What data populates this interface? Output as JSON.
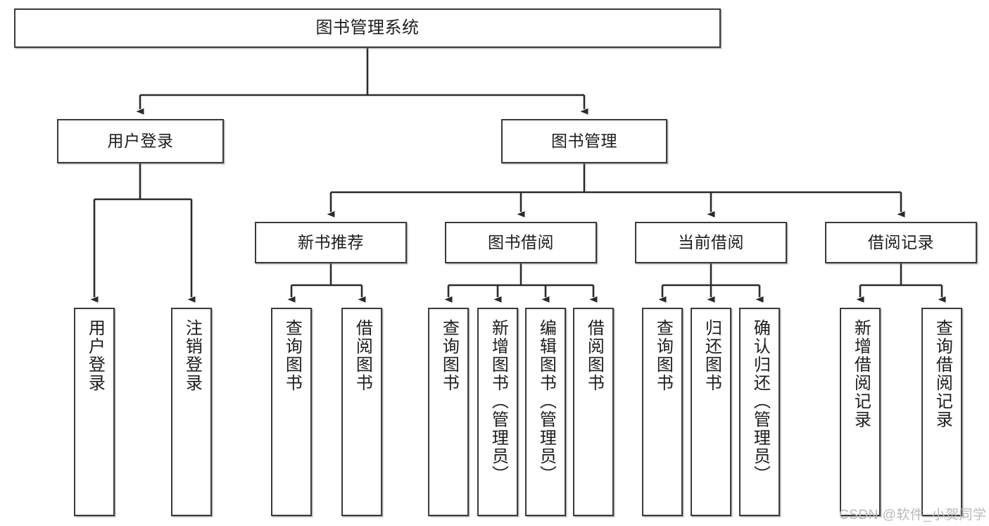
{
  "diagram": {
    "type": "tree-hierarchy-chart",
    "title": "图书管理系统",
    "watermark": "CSDN @软件_小贺同学",
    "colors": {
      "box_border": "#3a3a3a",
      "box_fill": "#ffffff",
      "text": "#1d1d1d",
      "connector": "#2b2b2b",
      "watermark": "#b9b9b9",
      "background": "#ffffff"
    },
    "root": {
      "id": "root",
      "label": "图书管理系统"
    },
    "level1": [
      {
        "id": "l1-0",
        "label": "用户登录"
      },
      {
        "id": "l1-1",
        "label": "图书管理"
      }
    ],
    "level2": [
      {
        "id": "l2-0",
        "label": "新书推荐",
        "parent": "l1-1"
      },
      {
        "id": "l2-1",
        "label": "图书借阅",
        "parent": "l1-1"
      },
      {
        "id": "l2-2",
        "label": "当前借阅",
        "parent": "l1-1"
      },
      {
        "id": "l2-3",
        "label": "借阅记录",
        "parent": "l1-1"
      }
    ],
    "leaves": [
      {
        "id": "lf-0",
        "label": "用户登录",
        "parent": "l1-0"
      },
      {
        "id": "lf-1",
        "label": "注销登录",
        "parent": "l1-0"
      },
      {
        "id": "lf-2",
        "label": "查询图书",
        "parent": "l2-0"
      },
      {
        "id": "lf-3",
        "label": "借阅图书",
        "parent": "l2-0"
      },
      {
        "id": "lf-4",
        "label": "查询图书",
        "parent": "l2-1"
      },
      {
        "id": "lf-5",
        "label": "新增图书（管理员）",
        "parent": "l2-1"
      },
      {
        "id": "lf-6",
        "label": "编辑图书（管理员）",
        "parent": "l2-1"
      },
      {
        "id": "lf-7",
        "label": "借阅图书",
        "parent": "l2-1"
      },
      {
        "id": "lf-8",
        "label": "查询图书",
        "parent": "l2-2"
      },
      {
        "id": "lf-9",
        "label": "归还图书",
        "parent": "l2-2"
      },
      {
        "id": "lf-10",
        "label": "确认归还（管理员）",
        "parent": "l2-2"
      },
      {
        "id": "lf-11",
        "label": "新增借阅记录",
        "parent": "l2-3"
      },
      {
        "id": "lf-12",
        "label": "查询借阅记录",
        "parent": "l2-3"
      }
    ]
  }
}
